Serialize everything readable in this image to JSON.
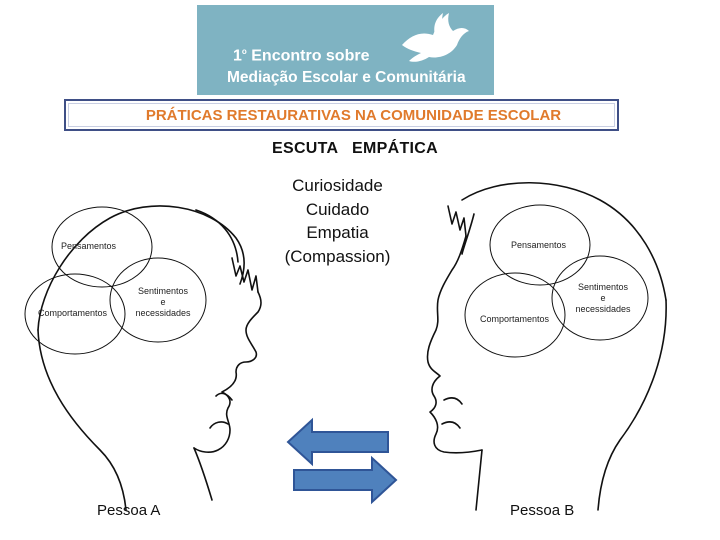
{
  "banner": {
    "line1_prefix": "1",
    "line1_sup": "o",
    "line1_rest": " Encontro sobre",
    "line2": "Mediação Escolar e Comunitária",
    "icon": "dove-icon"
  },
  "title": "PRÁTICAS RESTAURATIVAS NA COMUNIDADE ESCOLAR",
  "subtitle": "ESCUTA   EMPÁTICA",
  "center_words": [
    "Curiosidade",
    "Cuidado",
    "Empatia",
    "(Compassion)"
  ],
  "person_a": {
    "name": "Pessoa A",
    "circles": {
      "pensamentos": "Pensamentos",
      "comportamentos": "Comportamentos",
      "sentimentos": [
        "Sentimentos",
        "e",
        "necessidades"
      ]
    }
  },
  "person_b": {
    "name": "Pessoa B",
    "circles": {
      "pensamentos": "Pensamentos",
      "comportamentos": "Comportamentos",
      "sentimentos": [
        "Sentimentos",
        "e",
        "necessidades"
      ]
    }
  },
  "colors": {
    "banner": "#7fb3c2",
    "title_text": "#e07a2c",
    "title_border": "#3f4f86",
    "arrow_fill": "#4f81bd",
    "arrow_stroke": "#2f5597"
  },
  "arrows": [
    "arrow-left-icon",
    "arrow-right-icon"
  ]
}
